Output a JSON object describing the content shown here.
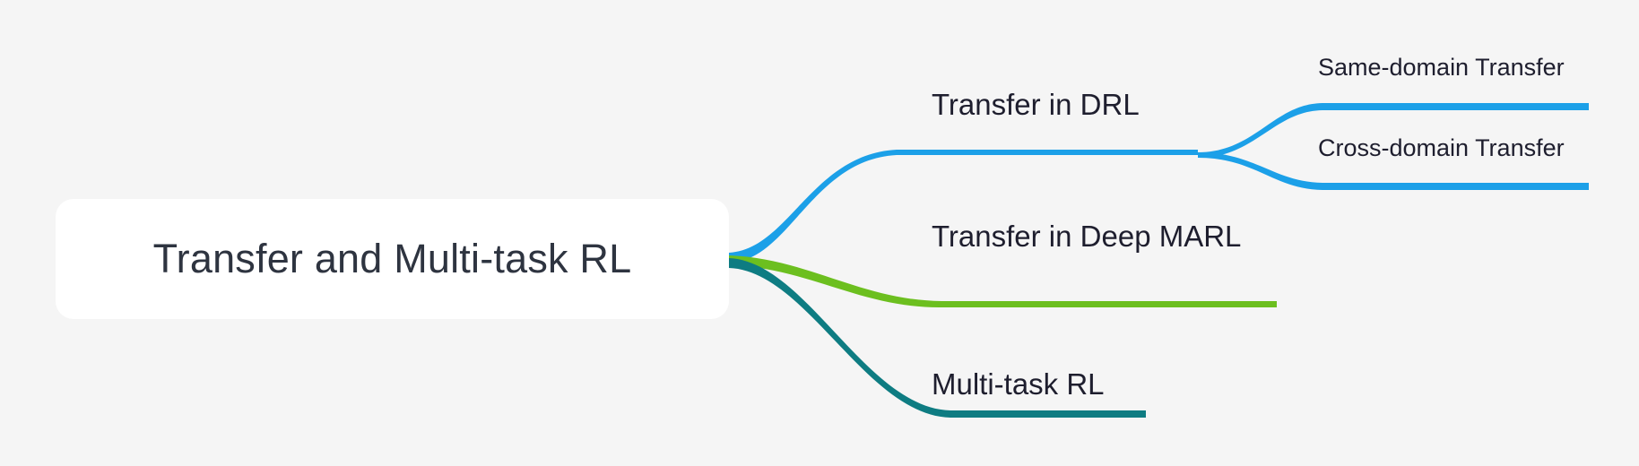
{
  "diagram": {
    "type": "mindmap",
    "title": "Transfer and Multi-task RL",
    "background_color": "#f5f5f5",
    "root": {
      "label": "Transfer and Multi-task RL",
      "text_color": "#2e3440",
      "fill_color": "#ffffff"
    },
    "branches": [
      {
        "label": "Transfer in DRL",
        "color": "#1ca0e8",
        "children": [
          {
            "label": "Same-domain Transfer",
            "color": "#1ca0e8"
          },
          {
            "label": "Cross-domain Transfer",
            "color": "#1ca0e8"
          }
        ]
      },
      {
        "label": "Transfer in Deep MARL",
        "color": "#6cbf1f",
        "children": []
      },
      {
        "label": "Multi-task RL",
        "color": "#0e7c82",
        "children": []
      }
    ]
  }
}
